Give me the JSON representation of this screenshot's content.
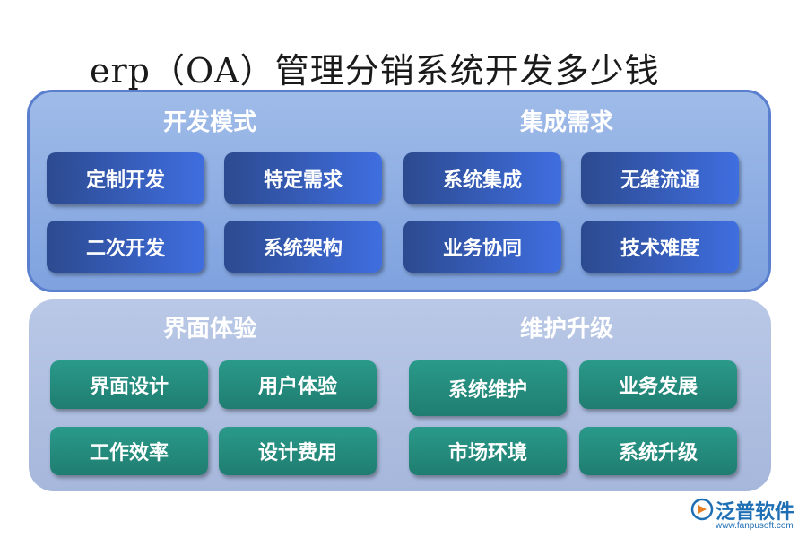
{
  "title": "erp（OA）管理分销系统开发多少钱",
  "sections": [
    {
      "title": "开发模式",
      "items": [
        "定制开发",
        "特定需求",
        "二次开发",
        "系统架构"
      ]
    },
    {
      "title": "集成需求",
      "items": [
        "系统集成",
        "无缝流通",
        "业务协同",
        "技术难度"
      ]
    },
    {
      "title": "界面体验",
      "items": [
        "界面设计",
        "用户体验",
        "工作效率",
        "设计费用"
      ]
    },
    {
      "title": "维护升级",
      "items": [
        "系统维护",
        "业务发展",
        "市场环境",
        "系统升级"
      ]
    }
  ],
  "logo": {
    "name": "泛普软件",
    "url": "www.fanpusoft.com"
  },
  "colors": {
    "top_panel": "#8fafe4",
    "bottom_panel": "#b0c0e2",
    "blue_box": "#3560c0",
    "teal_box": "#23887a"
  }
}
